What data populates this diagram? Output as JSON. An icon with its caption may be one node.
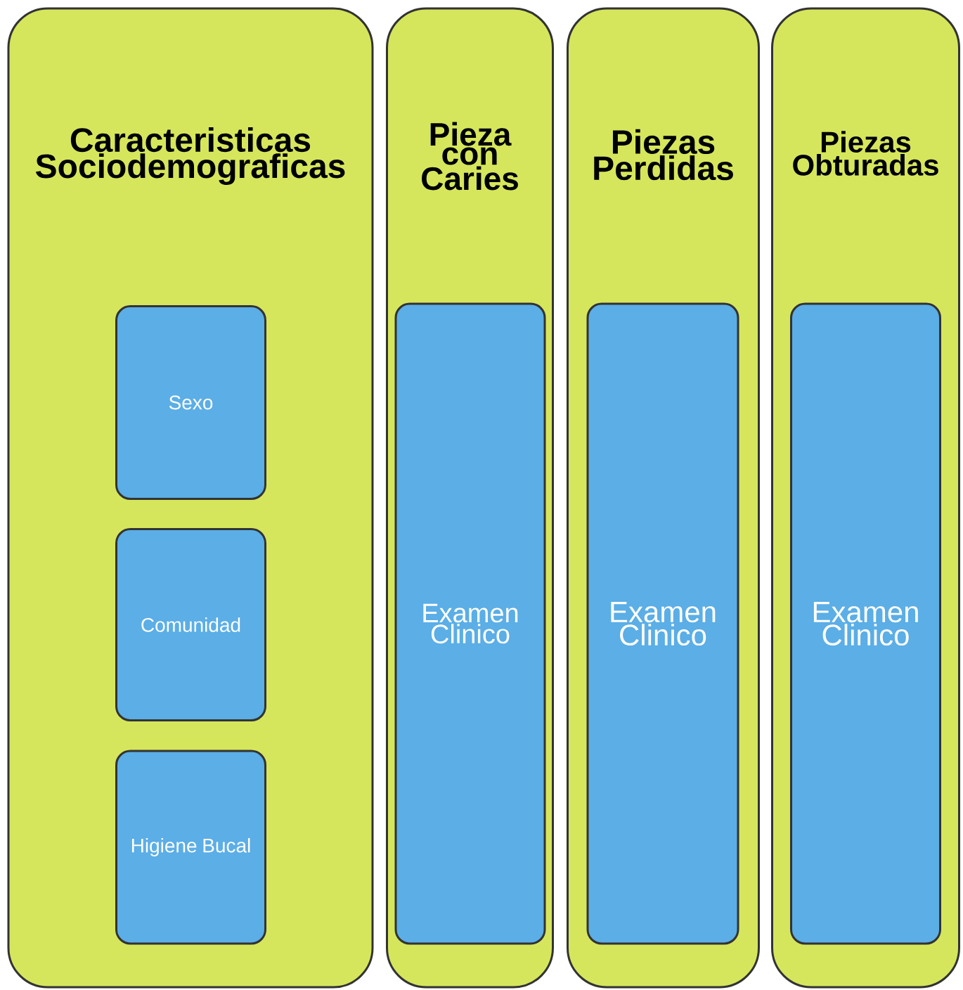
{
  "diagram": {
    "nodes": [
      {
        "text": [
          "Caracteristicas Sociodemograficas"
        ]
      },
      {
        "text": [
          "Sexo"
        ],
        "in": 0
      },
      {
        "text": [
          "Comunidad"
        ],
        "in": 0
      },
      {
        "text": [
          "Higiene Bucal"
        ],
        "in": 0
      },
      {
        "text": [
          "Pieza con Caries"
        ]
      },
      {
        "text": [
          "Examen Clinico"
        ],
        "in": 4
      },
      {
        "text": [
          "Piezas Perdidas"
        ]
      },
      {
        "text": [
          "Examen Clinico"
        ],
        "in": 6
      },
      {
        "text": [
          "Piezas Obturadas"
        ]
      },
      {
        "text": [
          "Examen Clinico"
        ],
        "in": 8
      }
    ]
  }
}
